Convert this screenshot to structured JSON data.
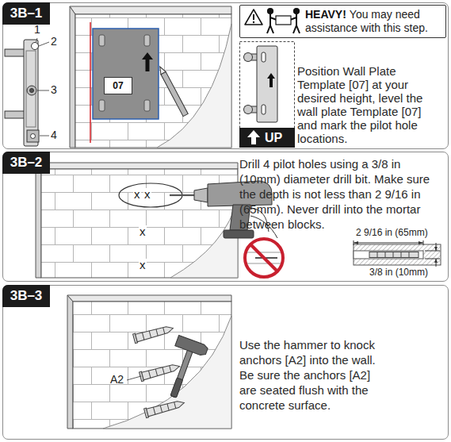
{
  "diagram": {
    "nodes": [
      {
        "text": [
          "Position Wall Plate Template [07] at your desired height, level the wall plate Template [07] and mark the pilot hole locations."
        ]
      },
      {
        "text": [
          "3B–1"
        ],
        "in": 0
      },
      {
        "text": [
          "HEAVY!",
          "You may need assistance with this step."
        ],
        "in": 0
      },
      {
        "text": [
          "07"
        ],
        "in": 0
      },
      {
        "text": [
          "UP"
        ],
        "in": 0
      },
      {
        "text": [
          "Drill 4 pilot holes using a 3/8 in (10mm) diameter drill bit. Make sure the depth is not less than 2 9/16 in (65mm). Never drill into the mortar between blocks."
        ]
      },
      {
        "text": [
          "3B–2"
        ],
        "in": 5
      },
      {
        "text": [
          "Use the hammer to knock anchors [A2] into the wall. Be sure the anchors [A2] are seated flush with the concrete surface."
        ]
      },
      {
        "text": [
          "3B–3"
        ],
        "in": 7
      }
    ],
    "labels": [
      "1",
      "2",
      "3",
      "4",
      "x",
      "x",
      "x",
      "x",
      "2 9/16 in (65mm)",
      "3/8 in (10mm)",
      "A2"
    ]
  }
}
